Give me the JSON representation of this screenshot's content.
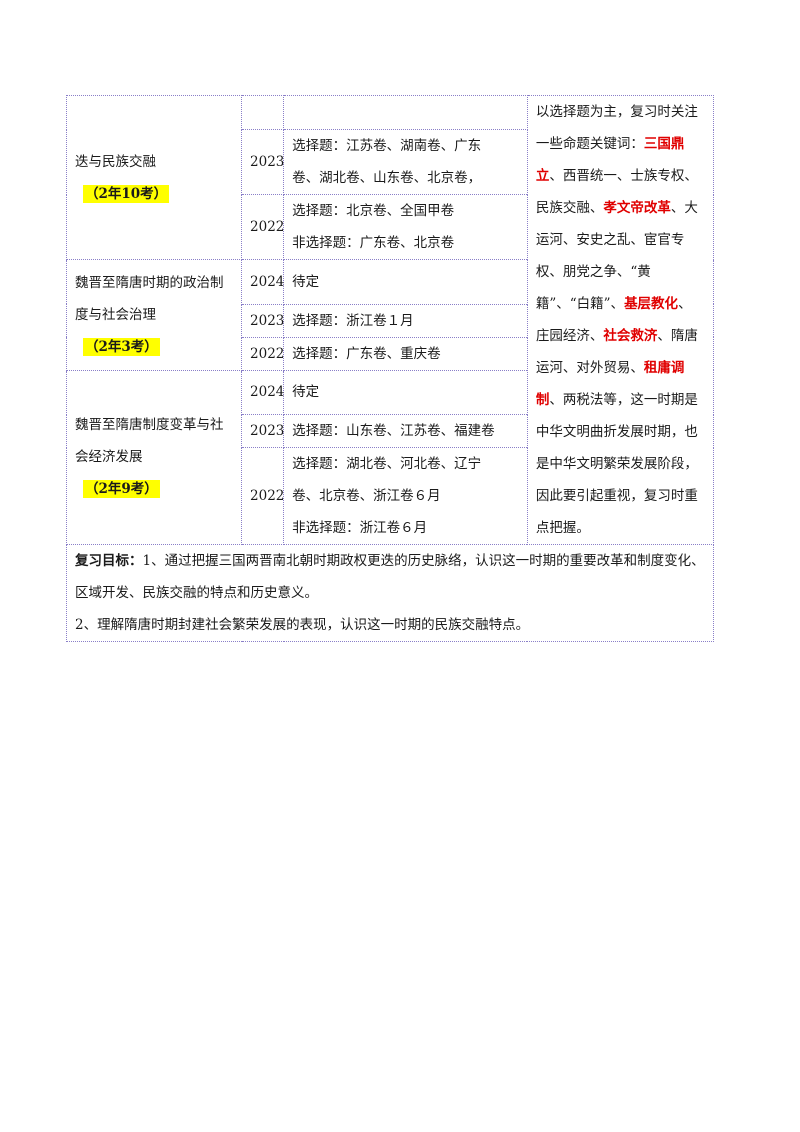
{
  "rows": {
    "ethnic": {
      "topic": "迭与民族交融",
      "count": "（2年10考）",
      "entries": [
        {
          "year": "",
          "lines": [
            ""
          ]
        },
        {
          "year": "2023",
          "lines": [
            "选择题：江苏卷、湖南卷、广东",
            "卷、湖北卷、山东卷、北京卷，"
          ]
        },
        {
          "year": "2022",
          "lines": [
            "选择题：北京卷、全国甲卷",
            "非选择题：广东卷、北京卷"
          ]
        }
      ]
    },
    "politics": {
      "topic_lines": [
        "魏晋至隋唐时期的政治制",
        "度与社会治理"
      ],
      "count": "（2年3考）",
      "entries": [
        {
          "year": "2024",
          "lines": [
            "待定"
          ]
        },
        {
          "year": "2023",
          "lines": [
            "选择题：浙江卷１月"
          ]
        },
        {
          "year": "2022",
          "lines": [
            "选择题：广东卷、重庆卷"
          ]
        }
      ]
    },
    "economy": {
      "topic_lines": [
        "魏晋至隋唐制度变革与社",
        "会经济发展"
      ],
      "count": "（2年9考）",
      "entries": [
        {
          "year": "2024",
          "lines": [
            "待定"
          ]
        },
        {
          "year": "2023",
          "lines": [
            "选择题：山东卷、江苏卷、福建卷"
          ]
        },
        {
          "year": "2022",
          "lines": [
            "选择题：湖北卷、河北卷、辽宁",
            "卷、北京卷、浙江卷６月",
            "非选择题：浙江卷６月"
          ]
        }
      ]
    }
  },
  "keywords": {
    "p1": "以选择题为主，复习时关注一些命题关键词：",
    "k1": "三国鼎立",
    "p2": "、西晋统一、士族专权、民族交融、",
    "k2": "孝文帝改革",
    "p3": "、大运河、安史之乱、宦官专权、朋党之争、“黄籍”、“白籍”、",
    "k3": "基层教化",
    "p4": "、庄园经济、",
    "k4": "社会救济",
    "p5": "、隋唐运河、对外贸易、",
    "k5": "租庸调制",
    "p6": "、两税法等，这一时期是中华文明曲折发展时期，也是中华文明繁荣发展阶段，因此要引起重视，复习时重点把握。"
  },
  "goals": {
    "label": "复习目标：",
    "item1": "1、通过把握三国两晋南北朝时期政权更迭的历史脉络，认识这一时期的重要改革和制度变化、区域开发、民族交融的特点和历史意义。",
    "item2": "2、理解隋唐时期封建社会繁荣发展的表现，认识这一时期的民族交融特点。"
  },
  "colors": {
    "highlight": "#ffff00",
    "keyword_red": "#e00000",
    "border": "#8a7fc8"
  }
}
